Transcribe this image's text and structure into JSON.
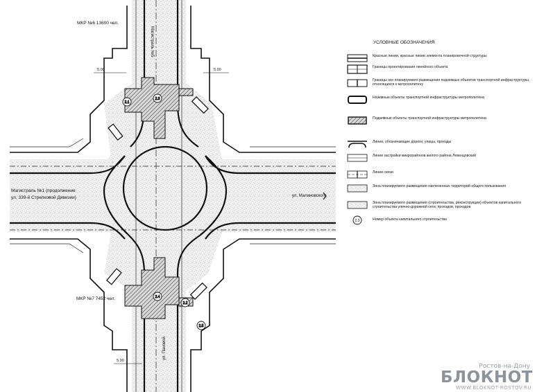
{
  "plan": {
    "labels": {
      "mkr6": "МКР №6 13600 чел.",
      "mkr7": "МКР №7 7452 чел.",
      "main_road": "Магистраль №1 (продолжение ул. 339-й Стрелковой Дивизии)",
      "main_road_line1": "Магистраль №1 (продолжение",
      "main_road_line2": "ул. 339-й Стрелковой Дивизии)",
      "north_road": "Магистраль №5",
      "south_road": "ул. Пановой",
      "east_road": "ул. Малиновского",
      "dim_nw": "5.00",
      "dim_ne": "5.00",
      "dim_s": "5.00"
    },
    "objects": [
      "2.1",
      "2.3",
      "2.4",
      "2.2",
      "2.5"
    ]
  },
  "legend": {
    "title": "УСЛОВНЫЕ ОБОЗНАЧЕНИЯ",
    "items": [
      {
        "text": "Красные линии, красные линии элемента планировочной структуры",
        "symbol": "red-lines-icon"
      },
      {
        "text": "Границы проектирования линейного объекта",
        "symbol": "design-boundary-icon"
      },
      {
        "text": "Границы зон планируемого размещения подземных объектов транспортной инфраструктуры, относящихся к метрополитену",
        "symbol": "underground-zone-boundary-icon"
      },
      {
        "text": "Наземные объекты транспортной инфраструктуры метрополитена",
        "symbol": "ground-metro-object-icon"
      },
      {
        "text": "Подземные объекты транспортной инфраструктуры метрополитена",
        "symbol": "underground-metro-object-icon"
      },
      {
        "text": "Линии, обозначающие дороги, улицы, проезды",
        "symbol": "road-lines-icon"
      },
      {
        "text": "Линии застройки микрорайонов жилого района Левенцовский",
        "symbol": "building-lines-icon"
      },
      {
        "text": "Линии связи",
        "symbol": "communication-lines-icon"
      },
      {
        "text": "Зона планируемого размещения озелененных территорий общего пользования",
        "symbol": "green-zone-icon"
      },
      {
        "text": "Зона планируемого размещения (строительства, реконструкции) объектов капитального строительства улично-дорожной сети, проездов, проходов",
        "symbol": "road-zone-icon"
      },
      {
        "text": "Номер объекта капитального строительства",
        "symbol": "object-number-icon",
        "sample": "2.3"
      }
    ]
  },
  "watermark": {
    "top": "Ростов-на-Дону",
    "main": "БЛОКНОТ",
    "url": "WWW.BLOKNOT-ROSTOV.RU"
  },
  "colors": {
    "line": "#111111",
    "stipple_bg": "#efefef",
    "stipple_dot": "#9a9a9a",
    "hatch": "#555555",
    "watermark": "#8d939a"
  }
}
